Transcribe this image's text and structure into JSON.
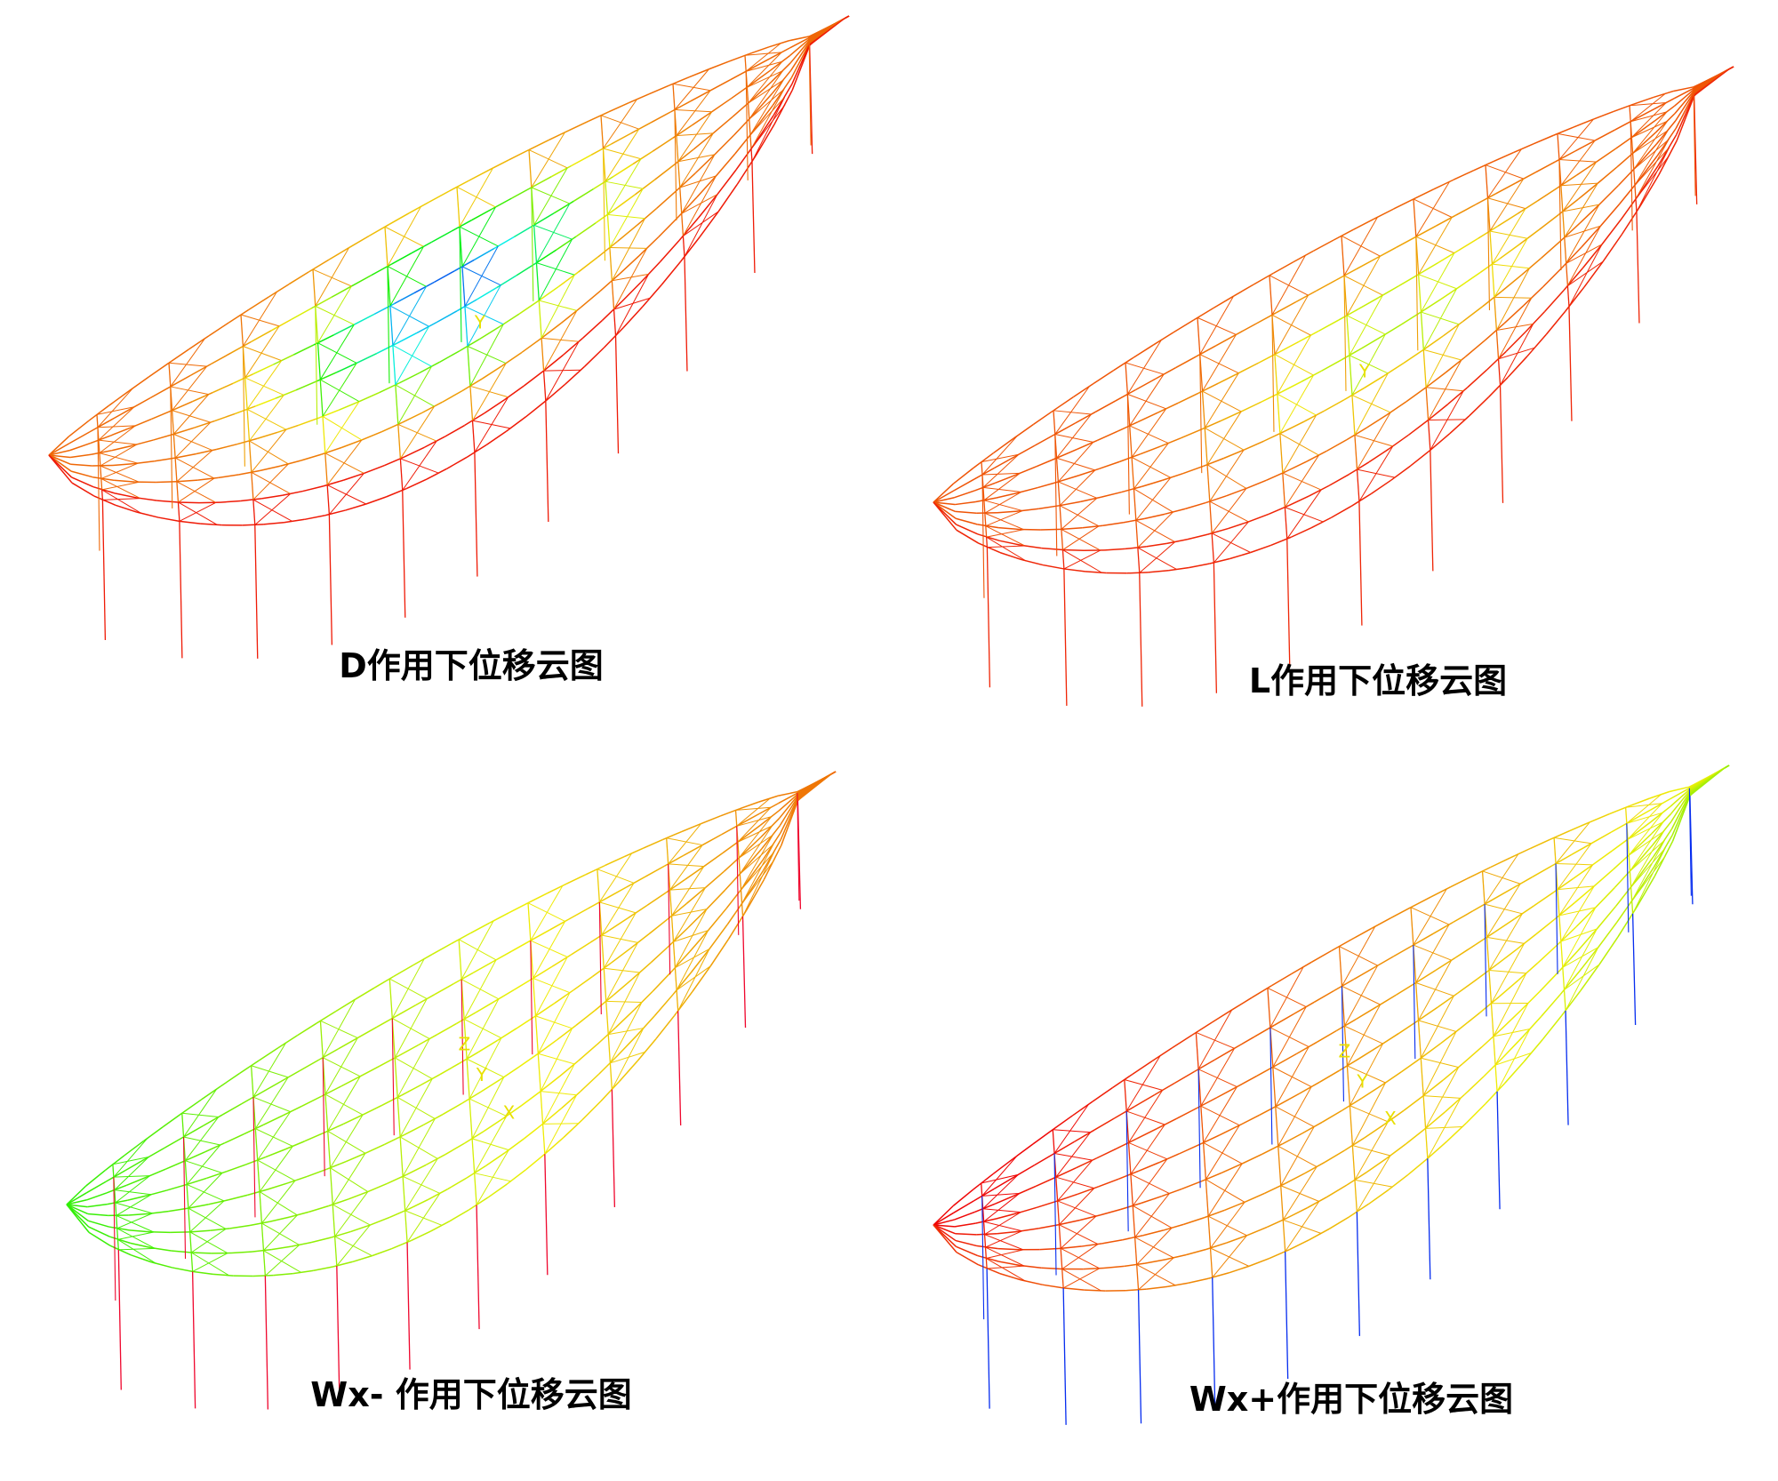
{
  "panels": [
    {
      "id": "D",
      "caption": "D作用下位移云图",
      "scheme": "dead",
      "axis_labels": [
        "Y"
      ]
    },
    {
      "id": "L",
      "caption": "L作用下位移云图",
      "scheme": "live",
      "axis_labels": [
        "Y"
      ]
    },
    {
      "id": "Wx-",
      "caption": "Wx- 作用下位移云图",
      "scheme": "windneg",
      "axis_labels": [
        "Z",
        "Y",
        "X"
      ]
    },
    {
      "id": "Wx+",
      "caption": "Wx+作用下位移云图",
      "scheme": "windpos",
      "axis_labels": [
        "Z",
        "Y",
        "X"
      ]
    }
  ]
}
